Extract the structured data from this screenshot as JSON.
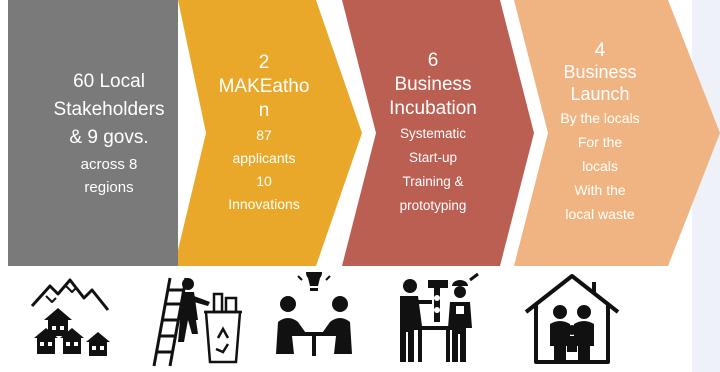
{
  "process": {
    "steps": [
      {
        "number": "",
        "title_lines": [
          "60 Local",
          "Stakeholders",
          "& 9 govs."
        ],
        "detail_lines": [
          "across 8",
          "regions"
        ],
        "color": "#7a7a7a"
      },
      {
        "number": "2",
        "title_lines": [
          "MAKEatho",
          "n"
        ],
        "detail_lines": [
          "87",
          "applicants",
          "10",
          "Innovations"
        ],
        "color": "#e9a82a"
      },
      {
        "number": "6",
        "title_lines": [
          "Business",
          "Incubation"
        ],
        "detail_lines": [
          "Systematic",
          "Start-up",
          "Training &",
          "prototyping"
        ],
        "color": "#bb5f52"
      },
      {
        "number": "4",
        "title_lines": [
          "Business",
          "Launch"
        ],
        "detail_lines": [
          "By the locals",
          "For the",
          "locals",
          "With the",
          "local waste"
        ],
        "color": "#f0b482"
      }
    ],
    "arrow_color": "#f0b482"
  },
  "icons": [
    "mountain-village-icon",
    "recycling-ladder-icon",
    "meeting-idea-icon",
    "workshop-workers-icon",
    "family-home-icon"
  ]
}
